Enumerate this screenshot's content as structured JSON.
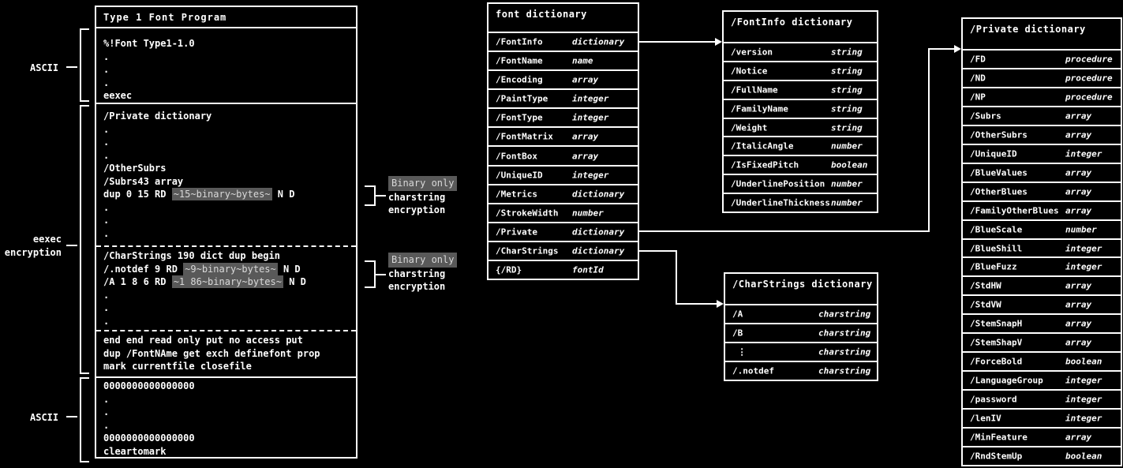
{
  "panel": {
    "title": "Type 1 Font Program",
    "ascii_label_top": "ASCII",
    "eexec_label_line1": "eexec",
    "eexec_label_line2": "encryption",
    "ascii_label_bottom": "ASCII",
    "s1": [
      "%!Font Type1-1.0",
      ".",
      ".",
      ".",
      "eexec"
    ],
    "s2a": [
      "/Private dictionary",
      ".",
      ".",
      ".",
      "/OtherSubrs",
      "/Subrs43 array"
    ],
    "dup_line": {
      "pre": "dup 0 15 RD ",
      "hl": "~15~binary~bytes~",
      "post": " N D"
    },
    "s2a_dots": [
      ".",
      ".",
      "."
    ],
    "s2b_head": "/CharStrings 190 dict dup begin",
    "notdef_line": {
      "pre": "/.notdef 9 RD ",
      "hl": "~9~binary~bytes~",
      "post": " N D"
    },
    "a_line": {
      "pre": "/A 1 8 6 RD ",
      "hl": "~1 86~binary~bytes~",
      "post": " N D"
    },
    "s2b_dots": [
      ".",
      ".",
      "."
    ],
    "s2c": [
      "end end read only put no access put",
      "dup /FontNAme get exch definefont prop",
      "mark currentfile closefile"
    ],
    "s3": [
      "0000000000000000",
      ".",
      ".",
      ".",
      "0000000000000000",
      "cleartomark"
    ]
  },
  "binary_note1": {
    "line1": "Binary only",
    "line2": "charstring",
    "line3": "encryption"
  },
  "binary_note2": {
    "line1": "Binary only",
    "line2": "charstring",
    "line3": "encryption"
  },
  "font_dict": {
    "title": "font dictionary",
    "rows": [
      {
        "name": "/FontInfo",
        "type": "dictionary"
      },
      {
        "name": "/FontName",
        "type": "name"
      },
      {
        "name": "/Encoding",
        "type": "array"
      },
      {
        "name": "/PaintType",
        "type": "integer"
      },
      {
        "name": "/FontType",
        "type": "integer"
      },
      {
        "name": "/FontMatrix",
        "type": "array"
      },
      {
        "name": "/FontBox",
        "type": "array"
      },
      {
        "name": "/UniqueID",
        "type": "integer"
      },
      {
        "name": "/Metrics",
        "type": "dictionary"
      },
      {
        "name": "/StrokeWidth",
        "type": "number"
      },
      {
        "name": "/Private",
        "type": "dictionary"
      },
      {
        "name": "/CharStrings",
        "type": "dictionary"
      },
      {
        "name": "{/RD}",
        "type": "fontId"
      }
    ]
  },
  "fontinfo_dict": {
    "title": "/FontInfo dictionary",
    "rows": [
      {
        "name": "/version",
        "type": "string"
      },
      {
        "name": "/Notice",
        "type": "string"
      },
      {
        "name": "/FullName",
        "type": "string"
      },
      {
        "name": "/FamilyName",
        "type": "string"
      },
      {
        "name": "/Weight",
        "type": "string"
      },
      {
        "name": "/ItalicAngle",
        "type": "number"
      },
      {
        "name": "/IsFixedPitch",
        "type": "boolean"
      },
      {
        "name": "/UnderlinePosition",
        "type": "number"
      },
      {
        "name": "/UnderlineThickness",
        "type": "number"
      }
    ]
  },
  "charstrings_dict": {
    "title": "/CharStrings dictionary",
    "rows": [
      {
        "name": "/A",
        "type": "charstring"
      },
      {
        "name": "/B",
        "type": "charstring"
      },
      {
        "name": " ⋮",
        "type": "charstring"
      },
      {
        "name": "/.notdef",
        "type": "charstring"
      }
    ]
  },
  "private_dict": {
    "title": "/Private dictionary",
    "rows": [
      {
        "name": "/FD",
        "type": "procedure"
      },
      {
        "name": "/ND",
        "type": "procedure"
      },
      {
        "name": "/NP",
        "type": "procedure"
      },
      {
        "name": "/Subrs",
        "type": "array"
      },
      {
        "name": "/OtherSubrs",
        "type": "array"
      },
      {
        "name": "/UniqueID",
        "type": "integer"
      },
      {
        "name": "/BlueValues",
        "type": "array"
      },
      {
        "name": "/OtherBlues",
        "type": "array"
      },
      {
        "name": "/FamilyOtherBlues",
        "type": "array"
      },
      {
        "name": "/BlueScale",
        "type": "number"
      },
      {
        "name": "/BlueShill",
        "type": "integer"
      },
      {
        "name": "/BlueFuzz",
        "type": "integer"
      },
      {
        "name": "/StdHW",
        "type": "array"
      },
      {
        "name": "/StdVW",
        "type": "array"
      },
      {
        "name": "/StemSnapH",
        "type": "array"
      },
      {
        "name": "/StemShapV",
        "type": "array"
      },
      {
        "name": "/ForceBold",
        "type": "boolean"
      },
      {
        "name": "/LanguageGroup",
        "type": "integer"
      },
      {
        "name": "/password",
        "type": "integer"
      },
      {
        "name": "/lenIV",
        "type": "integer"
      },
      {
        "name": "/MinFeature",
        "type": "array"
      },
      {
        "name": "/RndStemUp",
        "type": "boolean"
      }
    ]
  },
  "colors": {
    "background": "#000000",
    "foreground": "#ffffff",
    "highlight_bg": "#595959",
    "highlight_text": "#d9d9d9"
  }
}
